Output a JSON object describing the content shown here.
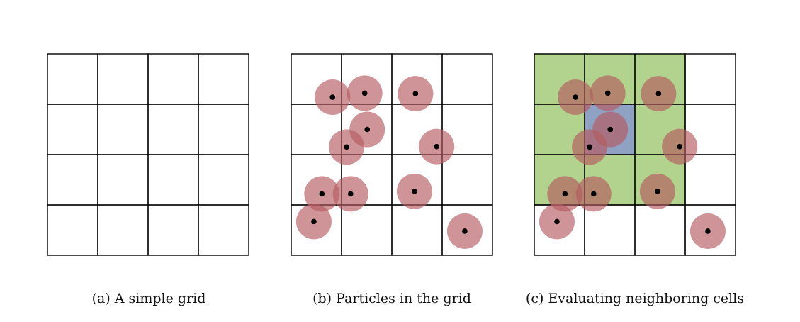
{
  "panels": [
    {
      "caption": "(a) A simple grid",
      "grid": {
        "rows": 4,
        "cols": 4
      },
      "particles": []
    },
    {
      "caption": "(b) Particles in the grid",
      "grid": {
        "rows": 4,
        "cols": 4
      },
      "particles": [
        [
          0.82,
          0.86
        ],
        [
          1.46,
          0.78
        ],
        [
          2.47,
          0.79
        ],
        [
          1.51,
          1.5
        ],
        [
          1.1,
          1.85
        ],
        [
          2.89,
          1.84
        ],
        [
          0.61,
          2.78
        ],
        [
          1.18,
          2.78
        ],
        [
          2.45,
          2.73
        ],
        [
          0.45,
          3.33
        ],
        [
          3.45,
          3.52
        ]
      ]
    },
    {
      "caption": "(c) Evaluating neighboring cells",
      "grid": {
        "rows": 4,
        "cols": 4
      },
      "neighbor_block": {
        "col": 0,
        "row": 0,
        "cols": 3,
        "rows": 3
      },
      "center_cell": {
        "col": 1,
        "row": 1
      },
      "particles": [
        [
          0.82,
          0.86
        ],
        [
          1.46,
          0.78
        ],
        [
          2.47,
          0.79
        ],
        [
          1.51,
          1.5
        ],
        [
          1.1,
          1.85
        ],
        [
          2.89,
          1.84
        ],
        [
          0.61,
          2.78
        ],
        [
          1.18,
          2.78
        ],
        [
          2.45,
          2.73
        ],
        [
          0.45,
          3.33
        ],
        [
          3.45,
          3.52
        ]
      ]
    }
  ],
  "colors": {
    "grid_line": "#000000",
    "particle_fill": "#b35a5f",
    "particle_opacity": 0.65,
    "particle_dot": "#000000",
    "neighbor_fill": "#9fc870",
    "neighbor_opacity": 0.8,
    "neighbor_border": "#4f7a1f",
    "center_fill": "#8d9fc6",
    "center_opacity": 0.95
  }
}
